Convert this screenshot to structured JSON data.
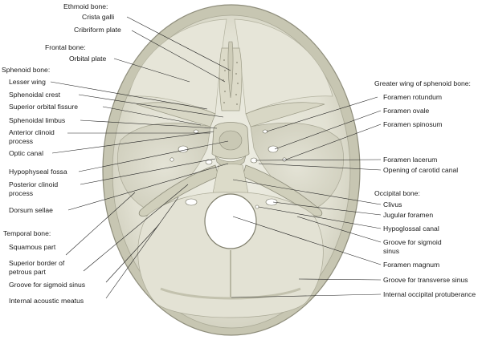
{
  "colors": {
    "bone_light": "#e9e8dc",
    "bone_mid": "#d4d3c3",
    "bone_shadow": "#b9b8a4",
    "outline": "#8f8e7c",
    "leader": "#222222"
  },
  "labels": {
    "ethmoid_header": "Ethmoid bone:",
    "crista_galli": "Crista galli",
    "cribriform_plate": "Cribriform plate",
    "frontal_header": "Frontal bone:",
    "orbital_plate": "Orbital plate",
    "sphenoid_header": "Sphenoid bone:",
    "lesser_wing": "Lesser wing",
    "sphenoidal_crest": "Sphenoidal crest",
    "superior_orbital_fissure": "Superior orbital fissure",
    "sphenoidal_limbus": "Sphenoidal limbus",
    "anterior_clinoid_1": "Anterior clinoid",
    "anterior_clinoid_2": "process",
    "optic_canal": "Optic canal",
    "hypophyseal_fossa": "Hypophyseal fossa",
    "posterior_clinoid_1": "Posterior clinoid",
    "posterior_clinoid_2": "process",
    "dorsum_sellae": "Dorsum sellae",
    "temporal_header": "Temporal bone:",
    "squamous_part": "Squamous part",
    "superior_border_1": "Superior border of",
    "superior_border_2": "petrous part",
    "groove_sigmoid_left": "Groove for sigmoid sinus",
    "internal_acoustic_meatus": "Internal acoustic meatus",
    "greater_wing_header": "Greater wing of sphenoid bone:",
    "foramen_rotundum": "Foramen rotundum",
    "foramen_ovale": "Foramen ovale",
    "foramen_spinosum": "Foramen spinosum",
    "foramen_lacerum": "Foramen lacerum",
    "opening_carotid": "Opening of carotid canal",
    "occipital_header": "Occipital bone:",
    "clivus": "Clivus",
    "jugular_foramen": "Jugular foramen",
    "hypoglossal_canal": "Hypoglossal canal",
    "groove_sigmoid_right_1": "Groove for sigmoid",
    "groove_sigmoid_right_2": "sinus",
    "foramen_magnum": "Foramen magnum",
    "groove_transverse": "Groove for transverse sinus",
    "internal_occipital_protuberance": "Internal occipital protuberance"
  }
}
